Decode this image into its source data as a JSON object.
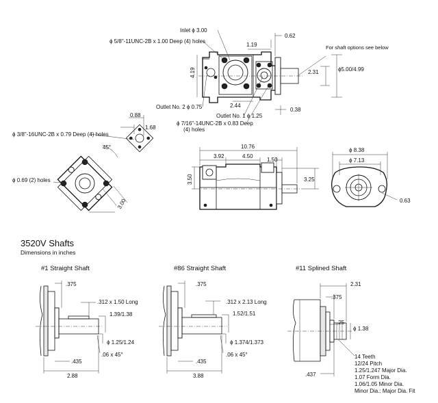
{
  "top_view": {
    "inlet": "Inlet ϕ 3.00",
    "mount_holes": "ϕ 5/8\"-11UNC-2B x 1.00 Deep (4) holes",
    "dim_119": "1.19",
    "dim_062": "0.62",
    "shaft_note": "For shaft options see below",
    "dim_419": "4.19",
    "dim_231": "2.31",
    "pilot_dia": "ϕ5.00/4.99",
    "dim_244": "2.44",
    "outlet2": "Outlet No. 2 ϕ 0.75",
    "outlet1": "Outlet No. 1 ϕ 1.25",
    "dim_038": "0.38",
    "thread716": "ϕ 7/16\"-14UNC-2B x 0.83 Deep",
    "thread716_holes": "(4) holes"
  },
  "detail_view": {
    "dim_088": "0.88",
    "dim_168": "1.68",
    "thread38": "ϕ 3/8\"-16UNC-2B x 0.79 Deep (4) holes",
    "angle": "45°"
  },
  "flange_view": {
    "holes069": "ϕ 0.69 (2) holes",
    "dim_300": "3.00"
  },
  "side_view": {
    "dim_1076": "10.76",
    "dim_392": "3.92",
    "dim_450": "4.50",
    "dim_150": "1.50",
    "dim_350": "3.50",
    "dim_325": "3.25"
  },
  "end_view": {
    "dia_838": "ϕ 8.38",
    "dia_713": "ϕ 7.13",
    "dim_063": "0.63"
  },
  "section": {
    "title": "3520V Shafts",
    "subtitle": "Dimensions in inches"
  },
  "shaft1": {
    "title": "#1 Straight Shaft",
    "dim_375": ".375",
    "key": ".312 x 1.50 Long",
    "dia_key": "1.39/1.38",
    "dia_shaft": "ϕ 1.25/1.24",
    "dim_435": ".435",
    "chamfer": ".06 x 45°",
    "length": "2.88"
  },
  "shaft86": {
    "title": "#86 Straight Shaft",
    "dim_375": ".375",
    "key": ".312 x 2.13 Long",
    "dia_key": "1.52/1.51",
    "dia_shaft": "ϕ 1.374/1.373",
    "dim_435": ".435",
    "chamfer": ".06 x 45°",
    "length": "3.88"
  },
  "shaft11": {
    "title": "#11 Splined Shaft",
    "dim_231": "2.31",
    "dim_375": ".375",
    "dim_25": ".25",
    "dia": "ϕ 1.38",
    "dim_437": ".437",
    "spec": [
      "14 Teeth",
      "12/24 Pitch",
      "1.25/1.247 Major Dia.",
      "1.07 Form Dia.",
      "1.06/1.05 Minor Dia.",
      "Minor Dia.: Major Dia. Fit"
    ]
  }
}
